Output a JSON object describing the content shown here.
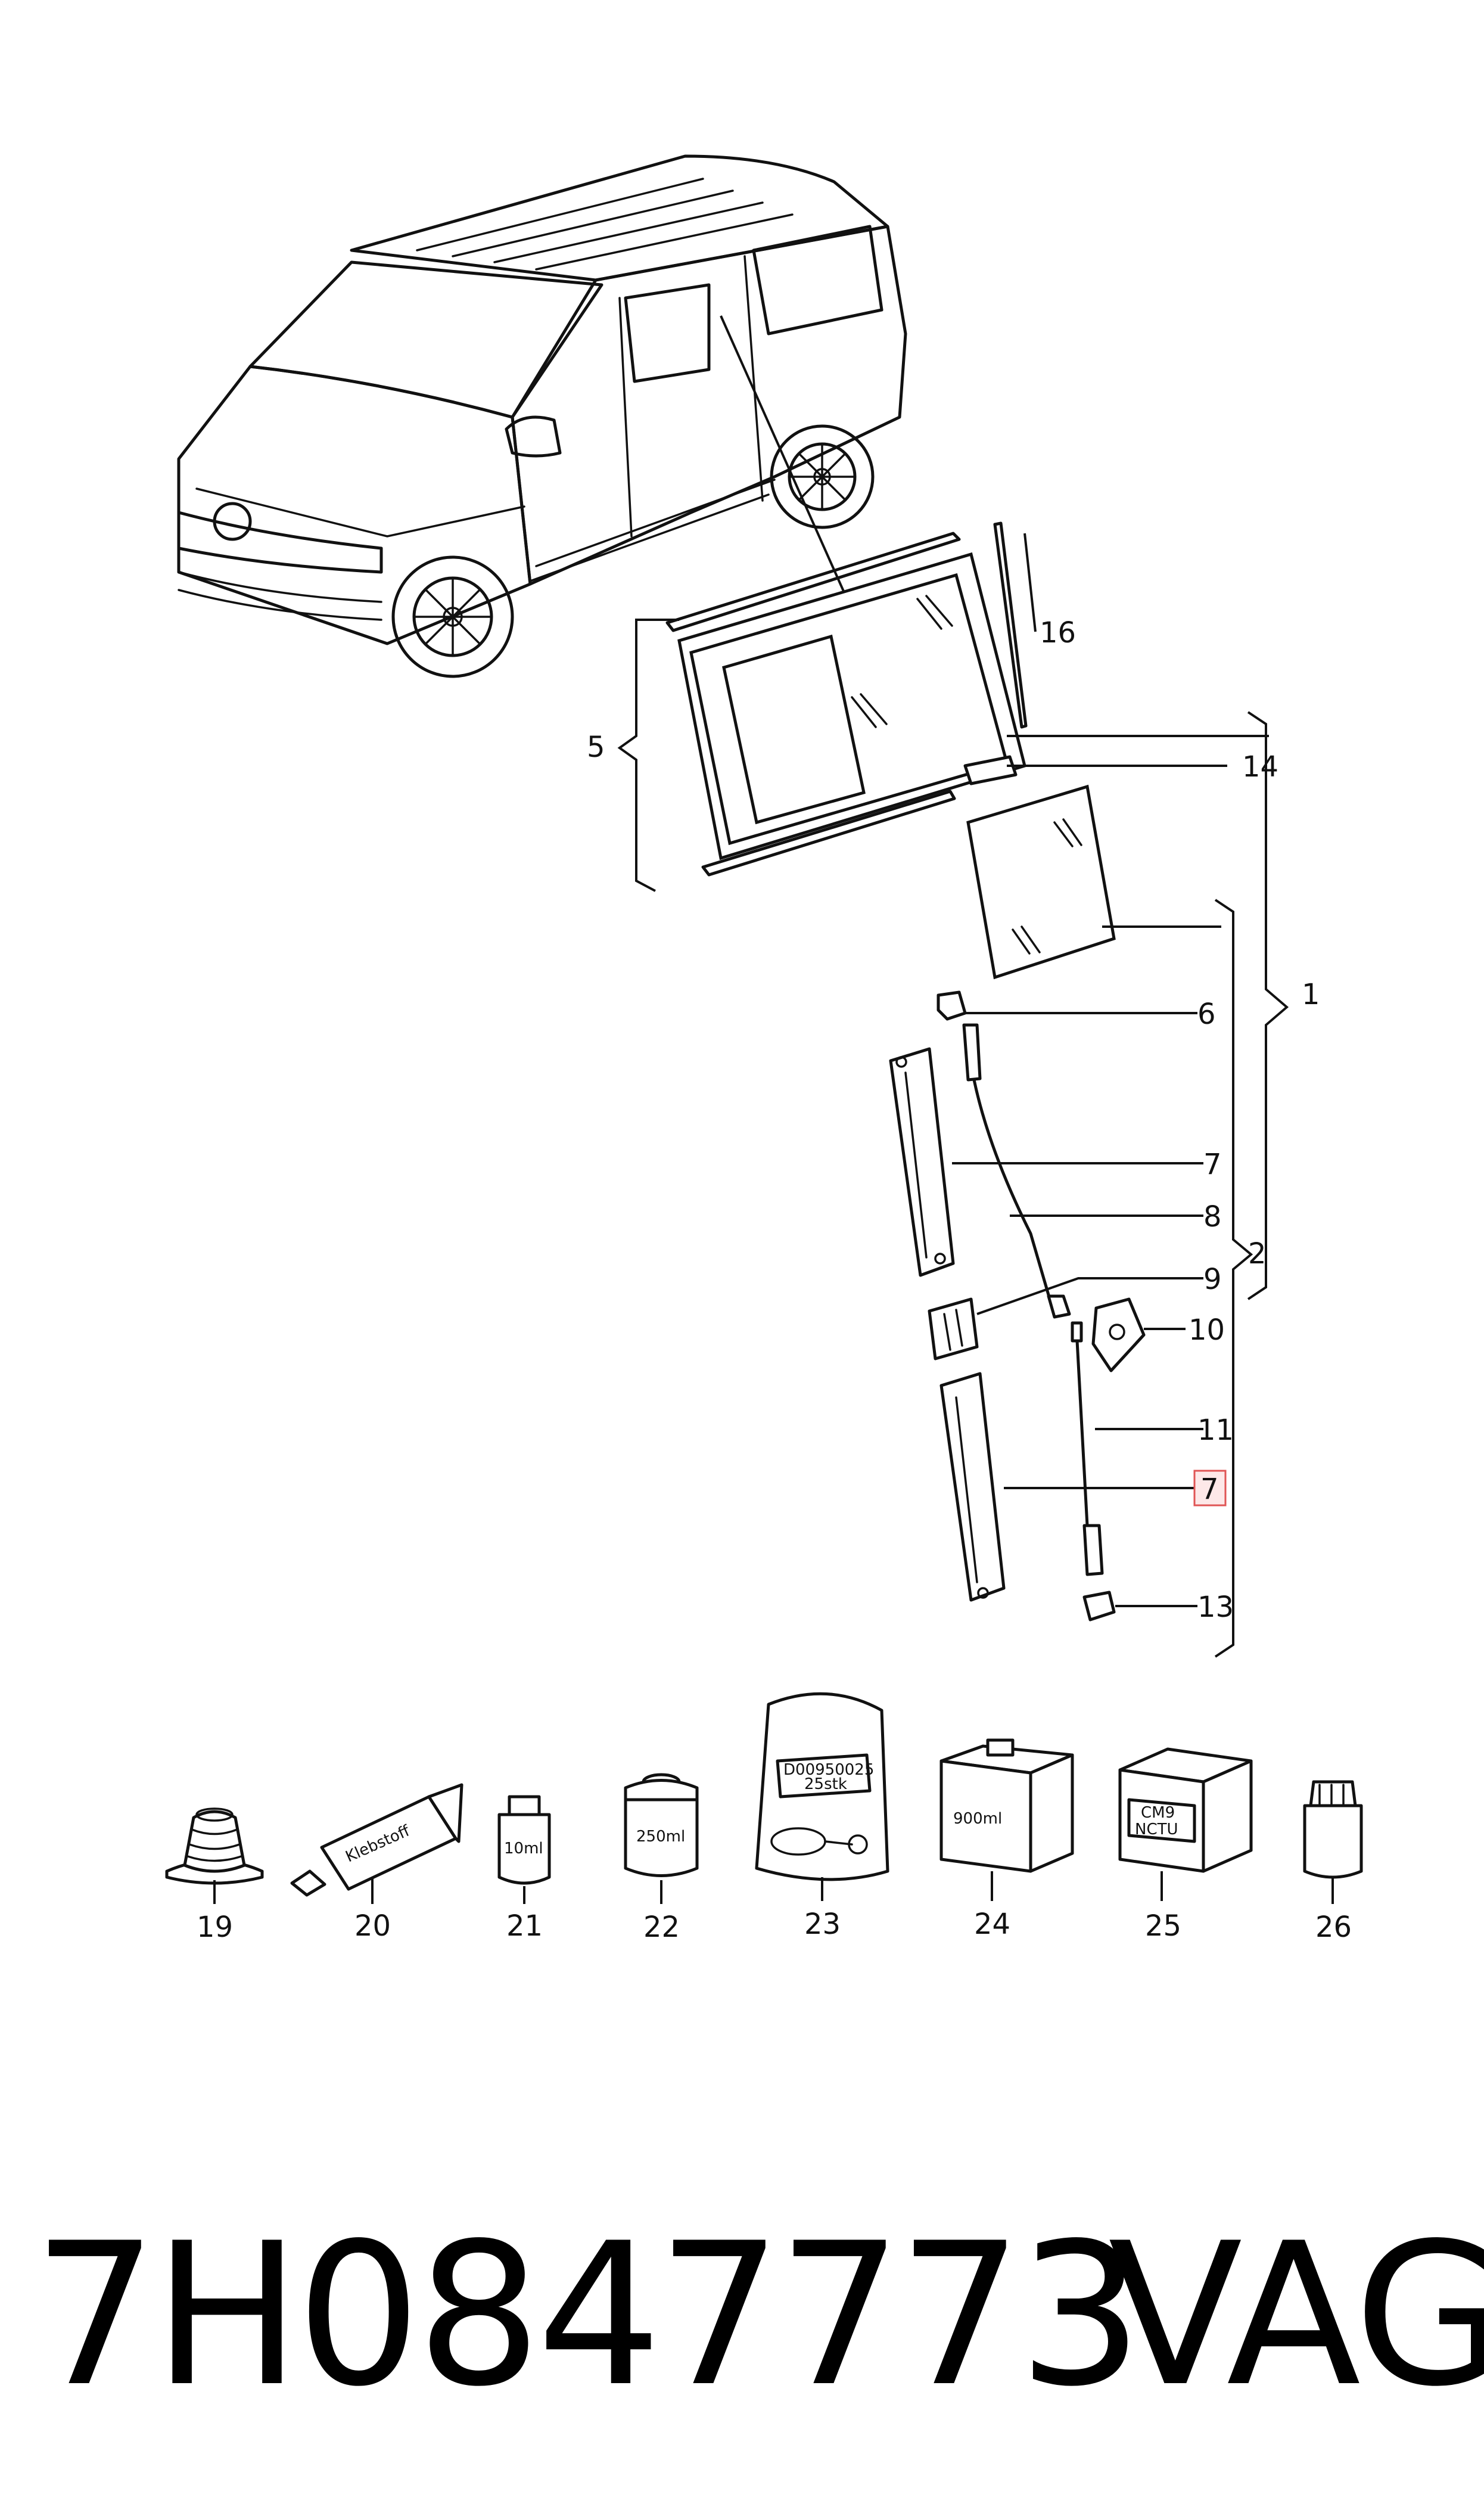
{
  "diagram": {
    "callouts": {
      "c1": "1",
      "c2": "2",
      "c5": "5",
      "c6": "6",
      "c7a": "7",
      "c7b": "7",
      "c8": "8",
      "c9": "9",
      "c10": "10",
      "c11": "11",
      "c13": "13",
      "c14": "14",
      "c16": "16",
      "c19": "19",
      "c20": "20",
      "c21": "21",
      "c22": "22",
      "c23": "23",
      "c24": "24",
      "c25": "25",
      "c26": "26"
    },
    "labels": {
      "tube": "Klebstoff",
      "bottle_small": "10ml",
      "can": "250ml",
      "bag_line1": "D00950025",
      "bag_line2": "25stk",
      "box": "900ml",
      "cube_line1": "CM9",
      "cube_line2": "NCTU"
    },
    "highlight_color": "#e05555"
  },
  "footer": {
    "part_number": "7H0847773",
    "brand": "VAG"
  }
}
